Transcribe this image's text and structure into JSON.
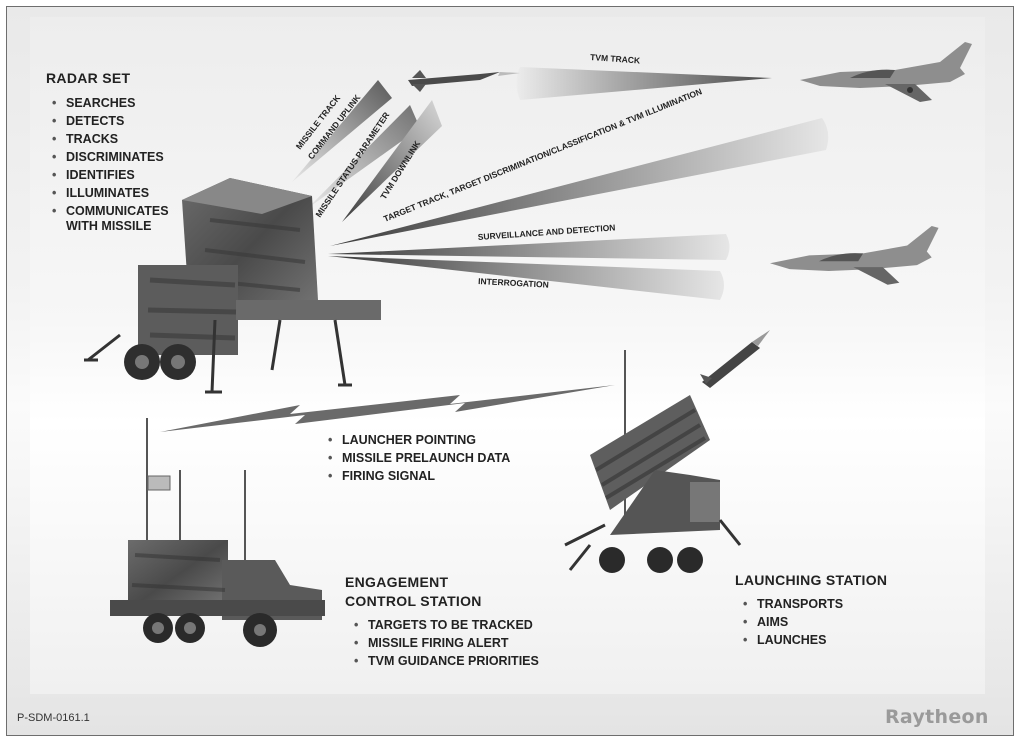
{
  "radar": {
    "title": "RADAR SET",
    "items": [
      "SEARCHES",
      "DETECTS",
      "TRACKS",
      "DISCRIMINATES",
      "IDENTIFIES",
      "ILLUMINATES",
      "COMMUNICATES",
      "WITH MISSILE"
    ]
  },
  "beams": {
    "missile_track": "MISSILE TRACK",
    "command_uplink": "COMMAND UPLINK",
    "missile_status": "MISSILE STATUS PARAMETER",
    "tvm_downlink": "TVM DOWNLINK",
    "tvm_track": "TVM TRACK",
    "target_track": "TARGET TRACK, TARGET DISCRIMINATION/CLASSIFICATION & TVM ILLUMINATION",
    "surveillance": "SURVEILLANCE AND DETECTION",
    "interrogation": "INTERROGATION"
  },
  "launcher_link": {
    "items": [
      "LAUNCHER POINTING",
      "MISSILE PRELAUNCH DATA",
      "FIRING SIGNAL"
    ]
  },
  "ecs": {
    "title_line1": "ENGAGEMENT",
    "title_line2": "CONTROL STATION",
    "items": [
      "TARGETS TO BE TRACKED",
      "MISSILE FIRING ALERT",
      "TVM GUIDANCE PRIORITIES"
    ]
  },
  "launching": {
    "title": "LAUNCHING STATION",
    "items": [
      "TRANSPORTS",
      "AIMS",
      "LAUNCHES"
    ]
  },
  "footer": {
    "code": "P-SDM-0161.1",
    "brand": "Raytheon"
  }
}
